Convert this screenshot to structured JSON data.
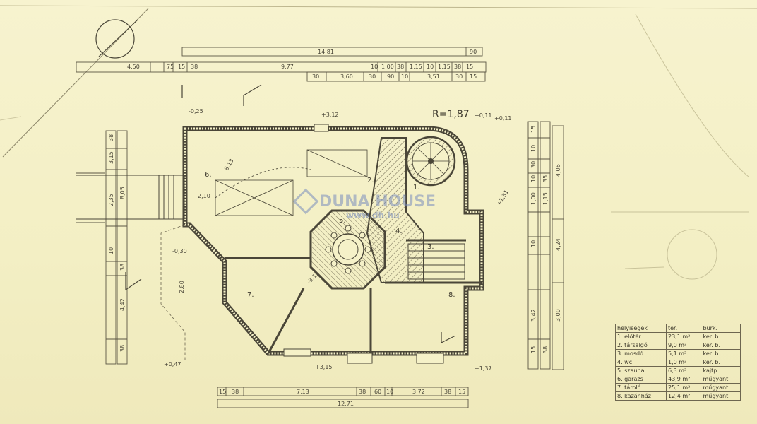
{
  "plan": {
    "radius_label": "R=1,87",
    "radius_suffix": "+0,11",
    "top_dims_row1": [
      "4.50",
      "75",
      "15",
      "38",
      "9,77",
      "10",
      "1,00",
      "38",
      "1,15",
      "10",
      "1,15",
      "38",
      "15"
    ],
    "top_total": "14,81",
    "top_right_dim": "90",
    "top_dims_row2": [
      "30",
      "3,60",
      "30",
      "90",
      "10",
      "3,51",
      "30",
      "15"
    ],
    "bottom_dims": [
      "15",
      "38",
      "7,13",
      "38",
      "60",
      "10",
      "3,72",
      "38",
      "15"
    ],
    "bottom_total": "12,71",
    "left_dims": [
      "38",
      "3,15",
      "8,05",
      "2,35",
      "38",
      "10",
      "4,42",
      "38"
    ],
    "right_dims": [
      "15",
      "10",
      "30",
      "10",
      "35",
      "1,00",
      "1,15",
      "10",
      "3,42",
      "15",
      "38"
    ],
    "right_dims_b": [
      "4,06",
      "4,24",
      "3,00"
    ],
    "room_numbers": [
      "1.",
      "2.",
      "3.",
      "4.",
      "5.",
      "6.",
      "7.",
      "8."
    ],
    "annotations": [
      "-0,25",
      "+3,12",
      "8,13",
      "+0,11",
      "+1,37",
      "2,10",
      "2,80",
      "-0,30",
      "+0,47",
      "+3,15",
      "+1,31",
      "-3,15"
    ]
  },
  "watermark": {
    "line1": "DUNA HOUSE",
    "line2": "www.dh.hu"
  },
  "room_table": {
    "headers": [
      "helyiségek",
      "ter.",
      "burk."
    ],
    "rows": [
      [
        "1. előtér",
        "23,1 m²",
        "ker. b."
      ],
      [
        "2. társalgó",
        "9,0 m²",
        "ker. b."
      ],
      [
        "3. mosdó",
        "5,1 m²",
        "ker. b."
      ],
      [
        "4. wc",
        "1,0 m²",
        "ker. b."
      ],
      [
        "5. szauna",
        "6,3 m²",
        "kajtp."
      ],
      [
        "6. garázs",
        "43,9 m²",
        "műgyant"
      ],
      [
        "7. tároló",
        "25,1 m²",
        "műgyant"
      ],
      [
        "8. kazánház",
        "12,4 m²",
        "műgyant"
      ]
    ]
  },
  "colors": {
    "paper": "#f5f1c8",
    "ink": "#4a4638",
    "watermark": "#7890c0"
  }
}
